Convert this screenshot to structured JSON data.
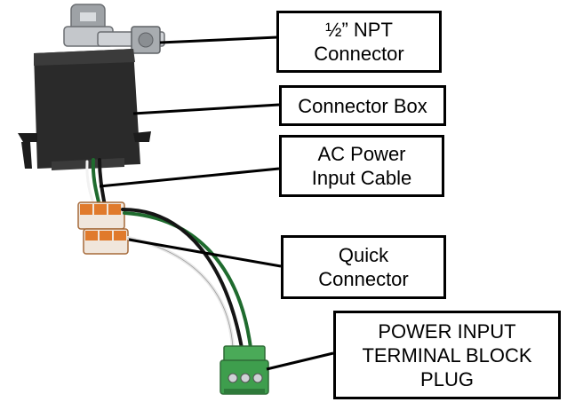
{
  "callouts": {
    "npt_connector": {
      "lines": [
        "½” NPT",
        "Connector"
      ]
    },
    "connector_box": {
      "lines": [
        "Connector Box"
      ]
    },
    "ac_power_cable": {
      "lines": [
        "AC Power",
        "Input Cable"
      ]
    },
    "quick_connector": {
      "lines": [
        "Quick",
        "Connector"
      ]
    },
    "terminal_block": {
      "lines": [
        "POWER INPUT",
        "TERMINAL BLOCK",
        "PLUG"
      ]
    }
  },
  "colors": {
    "box_body": "#2a2a2a",
    "wire_green": "#1f6b2e",
    "wire_black": "#151515",
    "wire_white": "#f2f2f2",
    "connector_orange": "#e07a2c",
    "terminal_green": "#3e9e4d",
    "metal": "#b9bcc0"
  }
}
